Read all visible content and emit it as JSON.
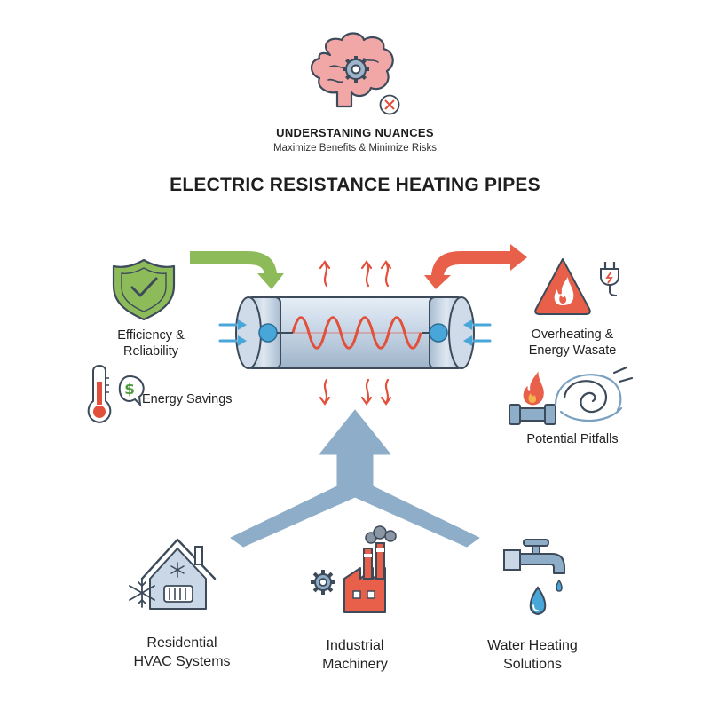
{
  "header": {
    "title": "UNDERSTANING NUANCES",
    "subtitle": "Maximize Benefits & Minimize Risks"
  },
  "main_title": "ELECTRIC RESISTANCE HEATING PIPES",
  "benefits": {
    "efficiency": "Efficiency &\nReliability",
    "savings": "Energy Savings"
  },
  "risks": {
    "overheating": "Overheating &\nEnergy Wasate",
    "pitfalls": "Potential Pitfalls"
  },
  "applications": {
    "residential": "Residential\nHVAC Systems",
    "industrial": "Industrial\nMachinery",
    "water": "Water Heating\nSolutions"
  },
  "colors": {
    "green_arrow": "#8dbb5a",
    "red_arrow": "#e8604a",
    "blue_arrow": "#8eadc8",
    "coil": "#e2503c",
    "pipe": "#c9d7e6",
    "outline": "#3c4a5a",
    "dollar_green": "#4e9a3c",
    "brain": "#f0a3a3"
  },
  "icons": [
    "brain-gear-icon",
    "close-icon",
    "shield-check-icon",
    "thermometer-icon",
    "dollar-bubble-icon",
    "warning-fire-icon",
    "plug-icon",
    "burning-pipe-icon",
    "swirl-icon",
    "house-snowflake-icon",
    "factory-gear-icon",
    "faucet-drop-icon"
  ]
}
